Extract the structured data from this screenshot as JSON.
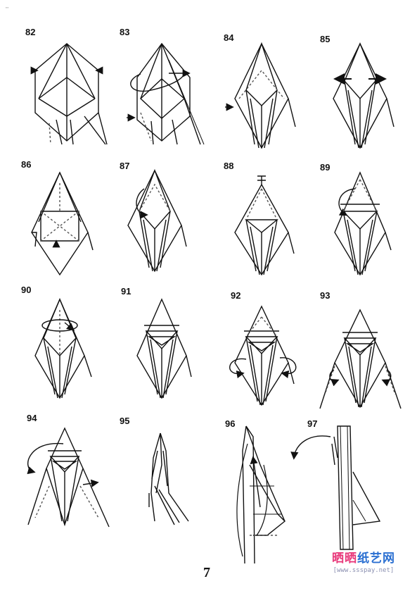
{
  "steps": [
    "82",
    "83",
    "84",
    "85",
    "86",
    "87",
    "88",
    "89",
    "90",
    "91",
    "92",
    "93",
    "94",
    "95",
    "96",
    "97"
  ],
  "page_number": "7",
  "watermark": {
    "title": "晒晒纸艺网",
    "url": "[www.ssspay.net]",
    "title_colors": [
      "#e8387a",
      "#e8387a",
      "#2a6fd1",
      "#2a6fd1",
      "#2a6fd1"
    ]
  },
  "colors": {
    "line": "#111111",
    "dashed": "#555555"
  }
}
